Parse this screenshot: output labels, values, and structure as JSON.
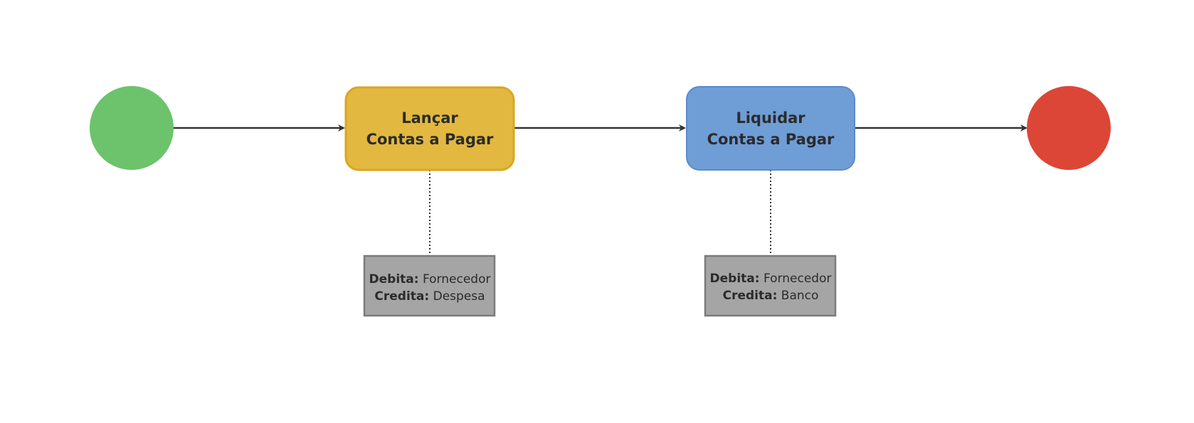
{
  "colors": {
    "start": "#6cc36c",
    "end": "#dc4637",
    "task1_fill": "#e2b840",
    "task1_stroke": "#d9a720",
    "task2_fill": "#6f9dd6",
    "task2_stroke": "#5d8bcc",
    "note_fill": "#a5a5a5",
    "note_stroke": "#7b7b7b",
    "connector": "#333333"
  },
  "tasks": [
    {
      "line1": "Lançar",
      "line2": "Contas a Pagar"
    },
    {
      "line1": "Liquidar",
      "line2": "Contas a Pagar"
    }
  ],
  "notes": [
    {
      "debit_label": "Debita:",
      "debit_value": " Fornecedor",
      "credit_label": "Credita:",
      "credit_value": " Despesa"
    },
    {
      "debit_label": "Debita:",
      "debit_value": " Fornecedor",
      "credit_label": "Credita:",
      "credit_value": " Banco"
    }
  ]
}
